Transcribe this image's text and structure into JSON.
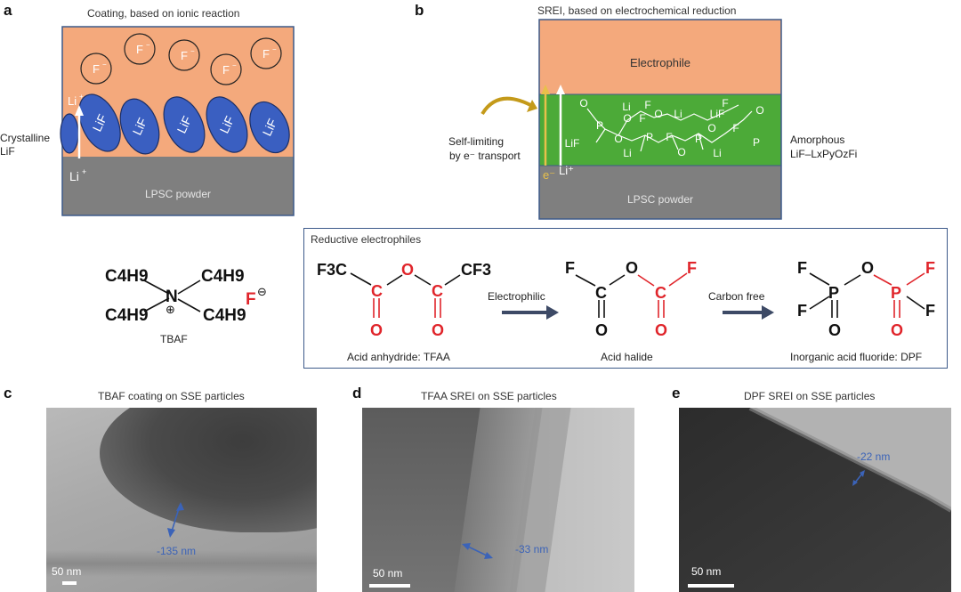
{
  "panel_a": {
    "label": "a",
    "title": "Coating, based on ionic reaction",
    "fluoride": "F",
    "lif": "LiF",
    "li_ion": "Li",
    "crystalline_1": "Crystalline",
    "crystalline_2": "LiF",
    "substrate": "LPSC powder"
  },
  "panel_b": {
    "label": "b",
    "title": "SREI, based on electrochemical reduction",
    "top_layer": "Electrophile",
    "selflimit_1": "Self-limiting",
    "selflimit_2": "by e⁻ transport",
    "electron": "e⁻",
    "li_ion": "Li⁺",
    "amorphous_1": "Amorphous",
    "amorphous_2": "LiF–LxPyOzFi",
    "substrate": "LPSC powder",
    "network": {
      "li": "Li",
      "f": "F",
      "o": "O",
      "p": "P",
      "lif": "LiF",
      "lif_o": "LiF",
      "li_o": "Li",
      "o_li": "Li"
    }
  },
  "chem": {
    "box_title": "Reductive electrophiles",
    "tbaf": {
      "c4h9": "C4H9",
      "n": "N",
      "plus": "⊕",
      "f": "F",
      "minus": "⊖",
      "name": "TBAF"
    },
    "tfaa": {
      "cf3_left": "F3C",
      "cf3_right": "CF3",
      "c": "C",
      "o": "O",
      "name": "Acid anhydride: TFAA"
    },
    "arrow1": "Electrophilic",
    "halide": {
      "f": "F",
      "c": "C",
      "o": "O",
      "name": "Acid halide"
    },
    "arrow2": "Carbon free",
    "dpf": {
      "f": "F",
      "p": "P",
      "o": "O",
      "name": "Inorganic acid fluoride: DPF"
    }
  },
  "panel_c": {
    "label": "c",
    "title": "TBAF coating on SSE particles",
    "measure": "-135 nm",
    "scale": "50 nm"
  },
  "panel_d": {
    "label": "d",
    "title": "TFAA SREI on SSE particles",
    "measure": "-33 nm",
    "scale": "50 nm"
  },
  "panel_e": {
    "label": "e",
    "title": "DPF SREI on SSE particles",
    "measure": "-22 nm",
    "scale": "50 nm"
  },
  "colors": {
    "coating": "#f4a97c",
    "lif_blue": "#3a5fc1",
    "substrate": "#7f7f7f",
    "srei_green": "#4caa38",
    "frame_blue": "#3d5a8a",
    "highlight_red": "#e0252b",
    "measure_blue": "#3b63b8"
  }
}
